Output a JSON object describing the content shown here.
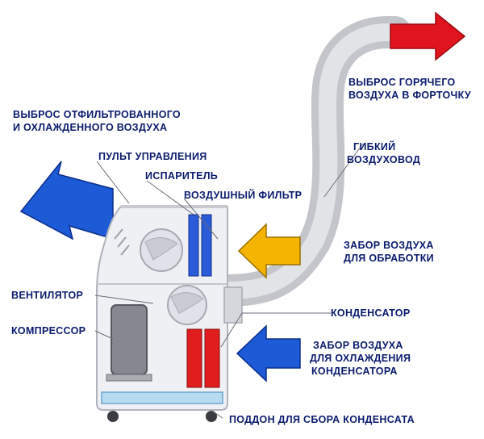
{
  "diagram": {
    "labels": {
      "hot_air_out": [
        "ВЫБРОС ГОРЯЧЕГО",
        "ВОЗДУХА В ФОРТОЧКУ"
      ],
      "filtered_air_out": [
        "ВЫБРОС ОТФИЛЬТРОВАННОГО",
        "И ОХЛАЖДЕННОГО ВОЗДУХА"
      ],
      "control_panel": "ПУЛЬТ УПРАВЛЕНИЯ",
      "evaporator": "ИСПАРИТЕЛЬ",
      "air_filter": "ВОЗДУШНЫЙ ФИЛЬТР",
      "flexible_duct": [
        "ГИБКИЙ",
        "ВОЗДУХОВОД"
      ],
      "air_intake_processing": [
        "ЗАБОР ВОЗДУХА",
        "ДЛЯ ОБРАБОТКИ"
      ],
      "fan": "ВЕНТИЛЯТОР",
      "condenser": "КОНДЕНСАТОР",
      "compressor": "КОМПРЕССОР",
      "air_intake_condenser": [
        "ЗАБОР ВОЗДУХА",
        "ДЛЯ ОХЛАЖДЕНИЯ",
        "КОНДЕНСАТОРА"
      ],
      "condensate_tray": "ПОДДОН ДЛЯ СБОРА КОНДЕНСАТА"
    },
    "colors": {
      "label_text": "#0a1a6e",
      "leader_line": "#6a6a78",
      "hot_arrow": "#e0141e",
      "cold_arrow": "#1c5ad6",
      "intake_arrow": "#f5b400",
      "duct": "#dcdde2",
      "unit_body": "#eef0f4",
      "evaporator": "#2a5bd8",
      "condenser": "#e01e1e",
      "compressor": "#85898f",
      "tray": "#b7dcf2"
    }
  }
}
